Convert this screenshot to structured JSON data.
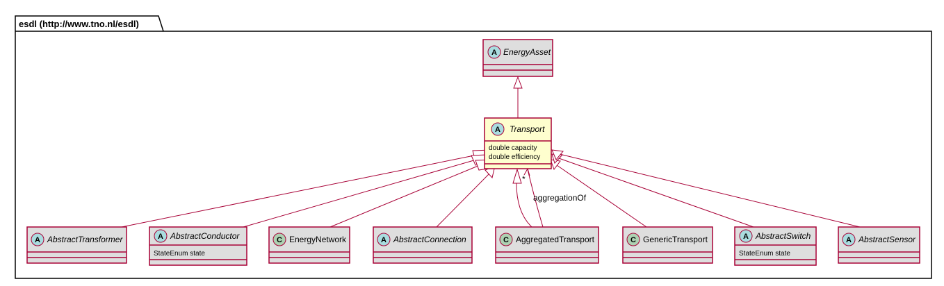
{
  "package": {
    "title": "esdl (http://www.tno.nl/esdl)"
  },
  "colors": {
    "border": "#a80036",
    "class_fill": "#dedede",
    "highlight_fill": "#fefece",
    "abstract_badge": "#a9dcdf",
    "class_badge": "#add1b2"
  },
  "classes": {
    "energy_asset": {
      "name": "EnergyAsset",
      "stereotype": "A"
    },
    "transport": {
      "name": "Transport",
      "stereotype": "A",
      "attributes": [
        "double capacity",
        "double efficiency"
      ]
    },
    "abstract_transformer": {
      "name": "AbstractTransformer",
      "stereotype": "A"
    },
    "abstract_conductor": {
      "name": "AbstractConductor",
      "stereotype": "A",
      "attributes": [
        "StateEnum state"
      ]
    },
    "energy_network": {
      "name": "EnergyNetwork",
      "stereotype": "C"
    },
    "abstract_connection": {
      "name": "AbstractConnection",
      "stereotype": "A"
    },
    "aggregated_transport": {
      "name": "AggregatedTransport",
      "stereotype": "C"
    },
    "generic_transport": {
      "name": "GenericTransport",
      "stereotype": "C"
    },
    "abstract_switch": {
      "name": "AbstractSwitch",
      "stereotype": "A",
      "attributes": [
        "StateEnum state"
      ]
    },
    "abstract_sensor": {
      "name": "AbstractSensor",
      "stereotype": "A"
    }
  },
  "association": {
    "label": "aggregationOf",
    "multiplicity": "*"
  }
}
